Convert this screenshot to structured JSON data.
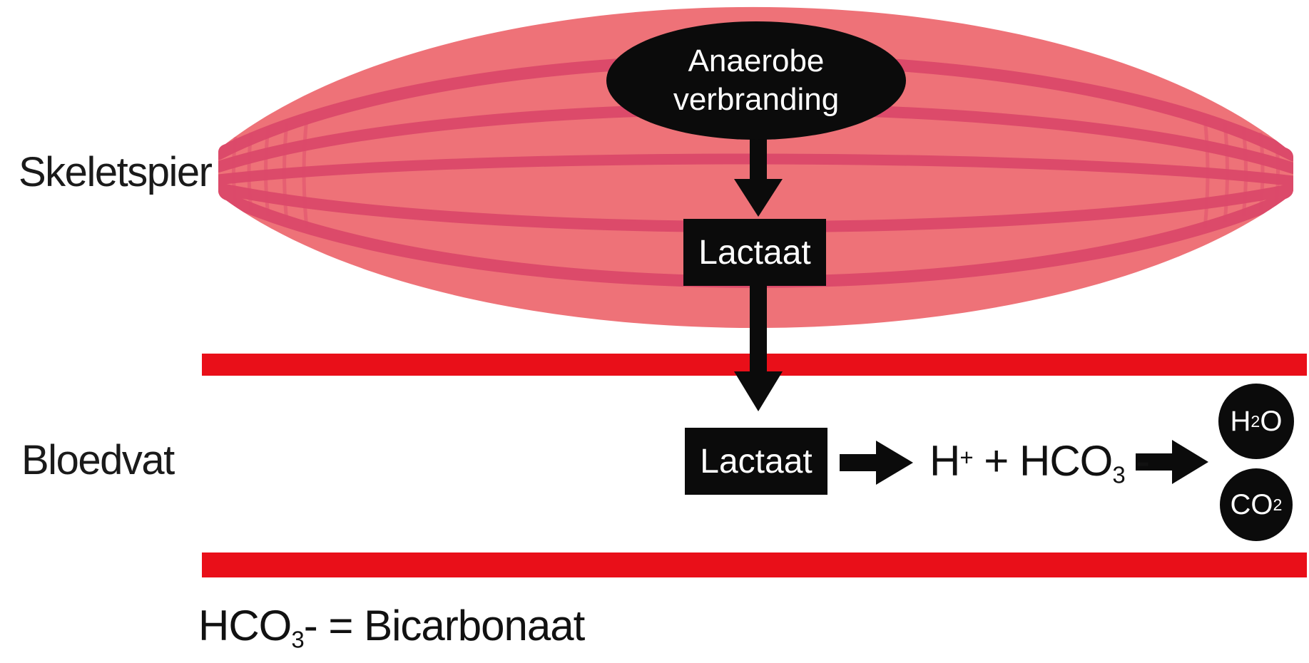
{
  "diagram": {
    "muscle_label": "Skeletspier",
    "vessel_label": "Bloedvat",
    "anaerobic": {
      "line1": "Anaerobe",
      "line2": "verbranding"
    },
    "muscle_lactate": "Lactaat",
    "vessel_lactate": "Lactaat",
    "reaction": {
      "h": "H",
      "h_charge": "+",
      "plus": " + ",
      "bicarb": "HCO",
      "bicarb_sub": "3",
      "bicarb_charge": " -"
    },
    "water": {
      "h": "H",
      "sub": "2",
      "o": "O"
    },
    "carbon_dioxide": {
      "co": "CO",
      "sub": "2"
    },
    "legend": {
      "formula": "HCO",
      "formula_sub": "3",
      "formula_charge": "-",
      "equals": " = ",
      "name": "Bicarbonaat"
    }
  },
  "colors": {
    "muscle_light_pink": "#ee7278",
    "muscle_fiber_dark_pink": "#dc4a6a",
    "vessel_wall_red": "#e90f19",
    "node_black": "#0b0b0b",
    "text_black": "#1a1a1a",
    "text_white": "#ffffff",
    "background": "#ffffff"
  }
}
